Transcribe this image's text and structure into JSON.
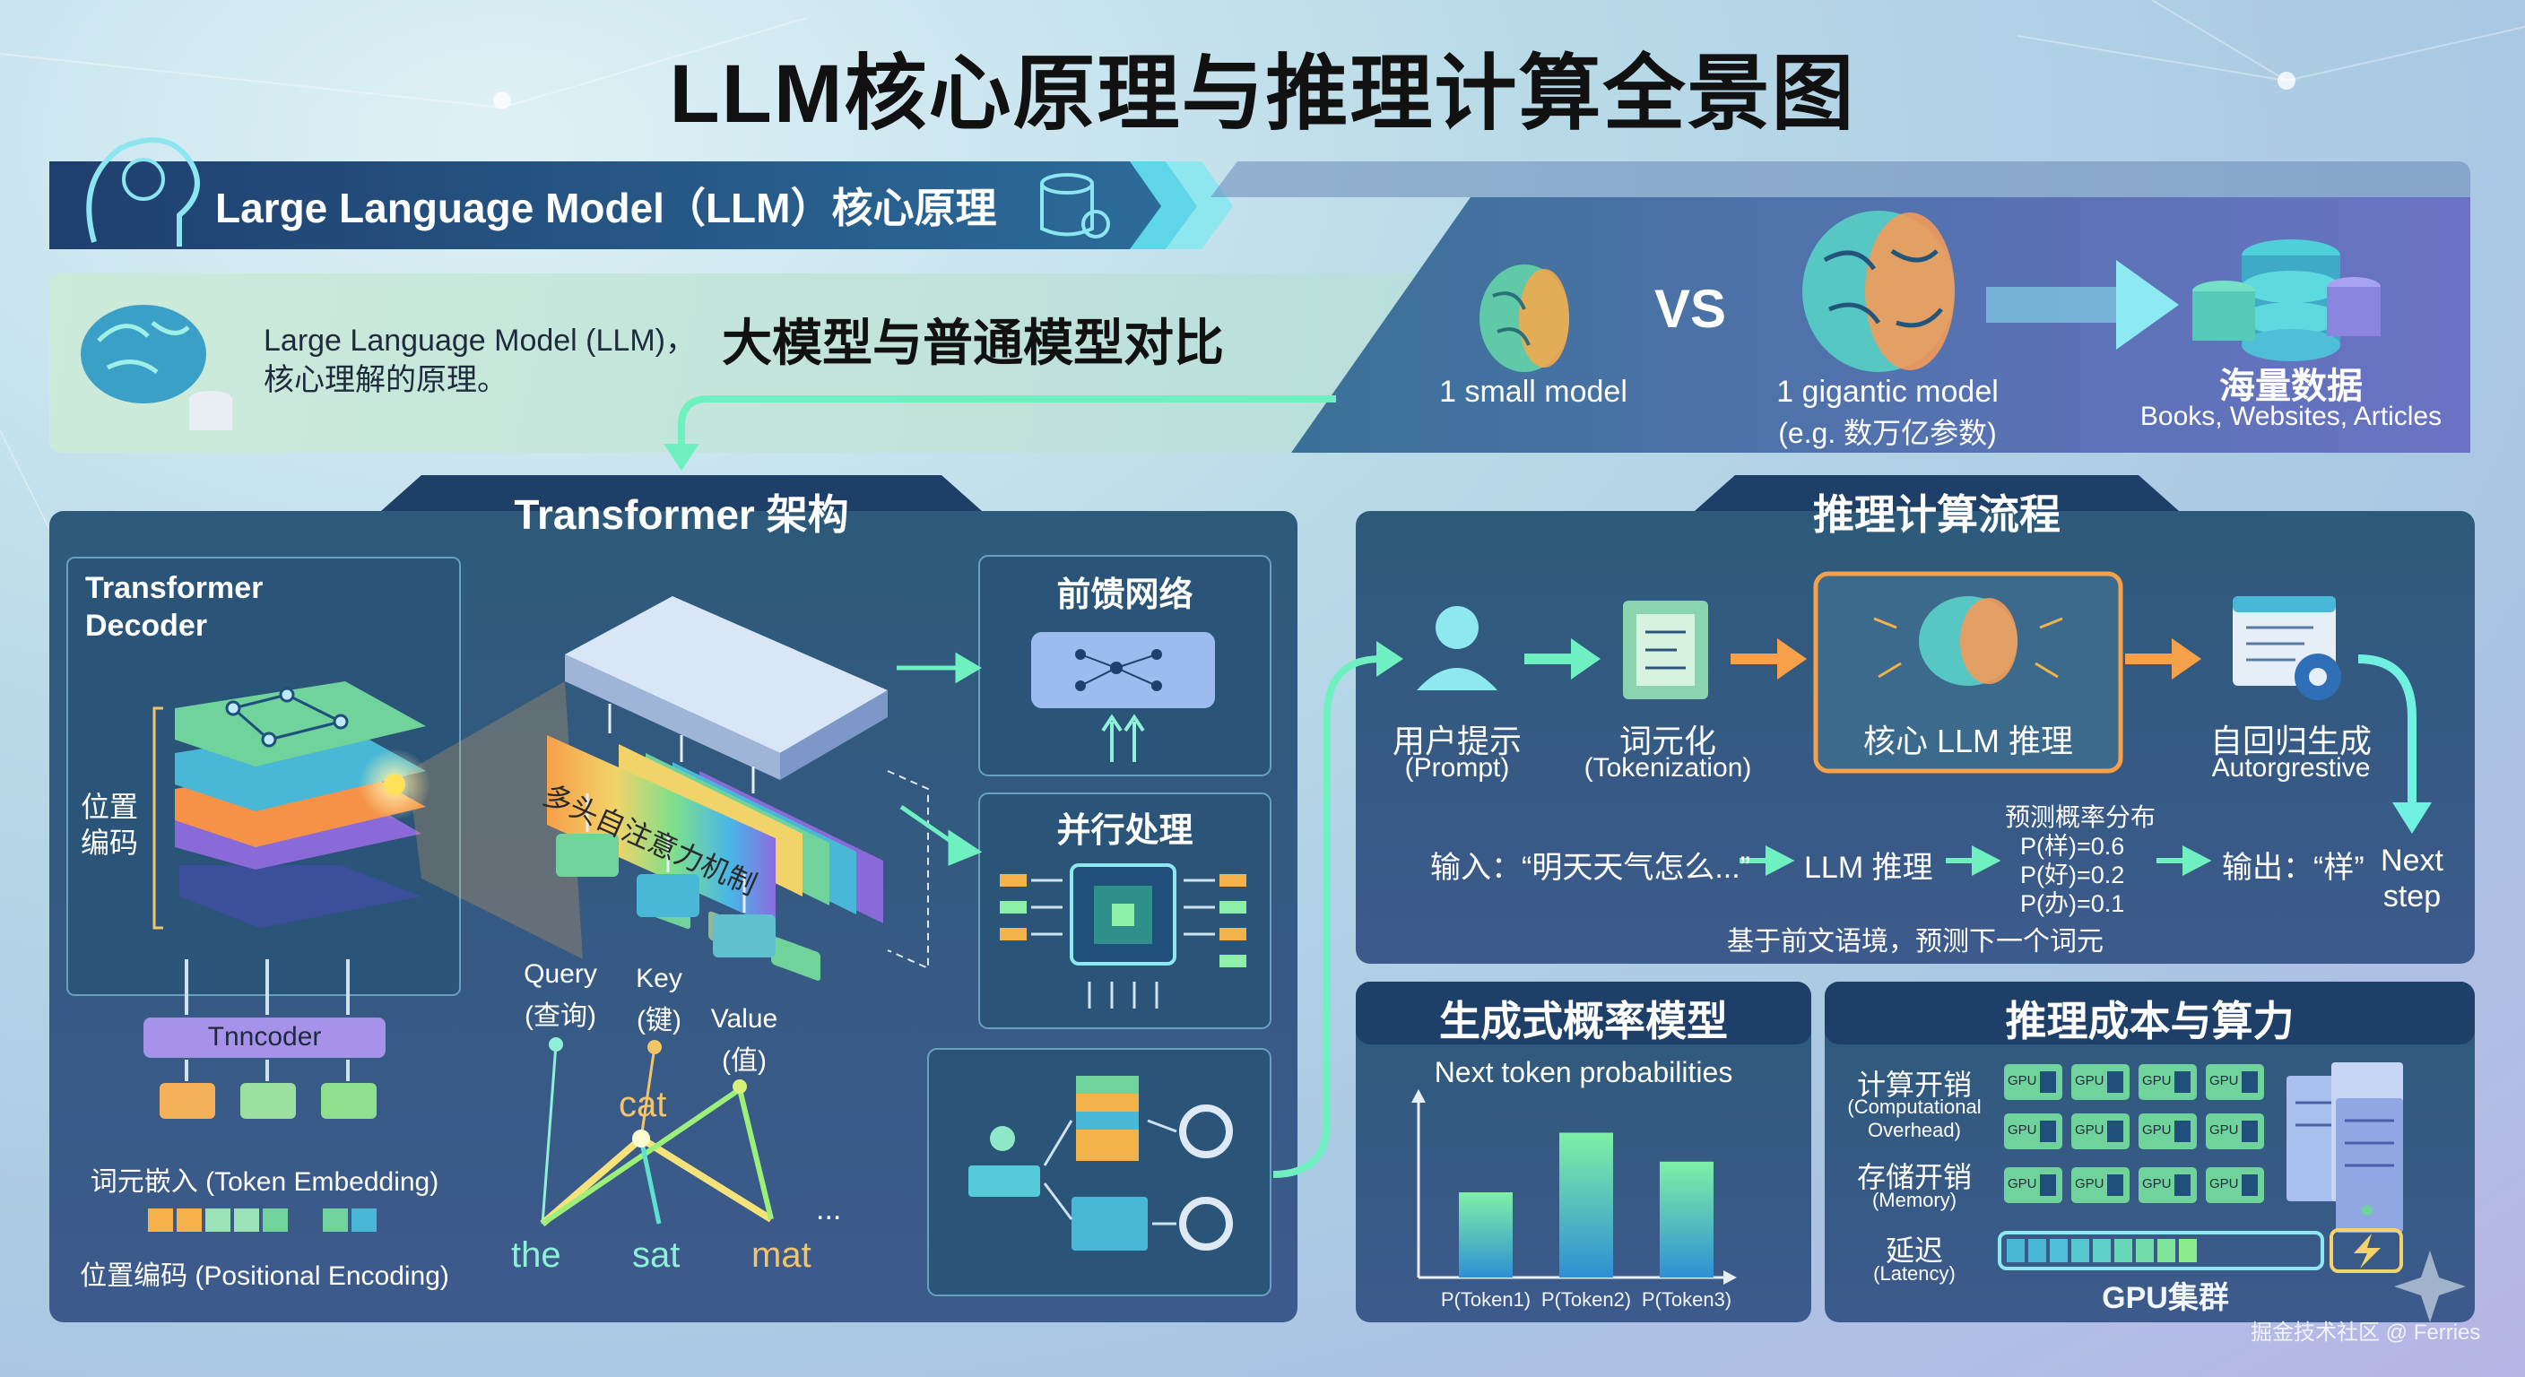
{
  "title": "LLM核心原理与推理计算全景图",
  "banner": {
    "title": "Large Language Model（LLM）核心原理"
  },
  "intro": {
    "text": "Large Language Model (LLM)，核心理解的原理。",
    "compare_title": "大模型与普通模型对比"
  },
  "comparison": {
    "vs": "VS",
    "small_model": "1 small model",
    "gigantic_model": "1 gigantic model",
    "gigantic_note": "(e.g. 数万亿参数)",
    "data_title": "海量数据",
    "data_sources": "Books, Websites, Articles"
  },
  "transformer": {
    "title": "Transformer 架构",
    "decoder_label": "Transformer Decoder",
    "position_label": "位置编码",
    "encoder_label": "Tnncoder",
    "token_embedding": "词元嵌入 (Token Embedding)",
    "positional_encoding": "位置编码 (Positional Encoding)",
    "attention_label": "多头自注意力机制",
    "query": "Query",
    "query_cn": "(查询)",
    "key": "Key",
    "key_cn": "(键)",
    "value": "Value",
    "value_cn": "(值)",
    "words": [
      "the",
      "sat",
      "cat",
      "mat"
    ],
    "ellipsis": "...",
    "feedforward": "前馈网络",
    "parallel": "并行处理"
  },
  "inference": {
    "title": "推理计算流程",
    "steps": [
      {
        "label": "用户提示",
        "sub": "(Prompt)"
      },
      {
        "label": "词元化",
        "sub": "(Tokenization)"
      },
      {
        "label": "核心 LLM 推理",
        "sub": ""
      },
      {
        "label": "自回归生成",
        "sub": "Autorgrestive"
      }
    ],
    "input_text": "输入：“明天天气怎么...”",
    "llm_infer": "LLM 推理",
    "prob_title": "预测概率分布",
    "probs": [
      "P(样)=0.6",
      "P(好)=0.2",
      "P(办)=0.1"
    ],
    "output_text": "输出：“样”",
    "next_step": "Next step",
    "caption": "基于前文语境，预测下一个词元"
  },
  "probability_model": {
    "title": "生成式概率模型",
    "chart_title": "Next token probabilities"
  },
  "chart_data": {
    "type": "bar",
    "title": "Next token probabilities",
    "categories": [
      "P(Token1)",
      "P(Token2)",
      "P(Token3)"
    ],
    "values": [
      0.5,
      0.85,
      0.68
    ],
    "ylim": [
      0,
      1
    ],
    "colors": [
      "#3fd0c9",
      "#4fc6d8",
      "#7fe07a"
    ]
  },
  "cost": {
    "title": "推理成本与算力",
    "compute": "计算开销",
    "compute_en": "(Computational Overhead)",
    "memory": "存储开销",
    "memory_en": "(Memory)",
    "latency": "延迟",
    "latency_en": "(Latency)",
    "gpu_label": "GPU",
    "gpu_cluster": "GPU集群"
  },
  "watermark": "掘金技术社区 @ Ferries"
}
